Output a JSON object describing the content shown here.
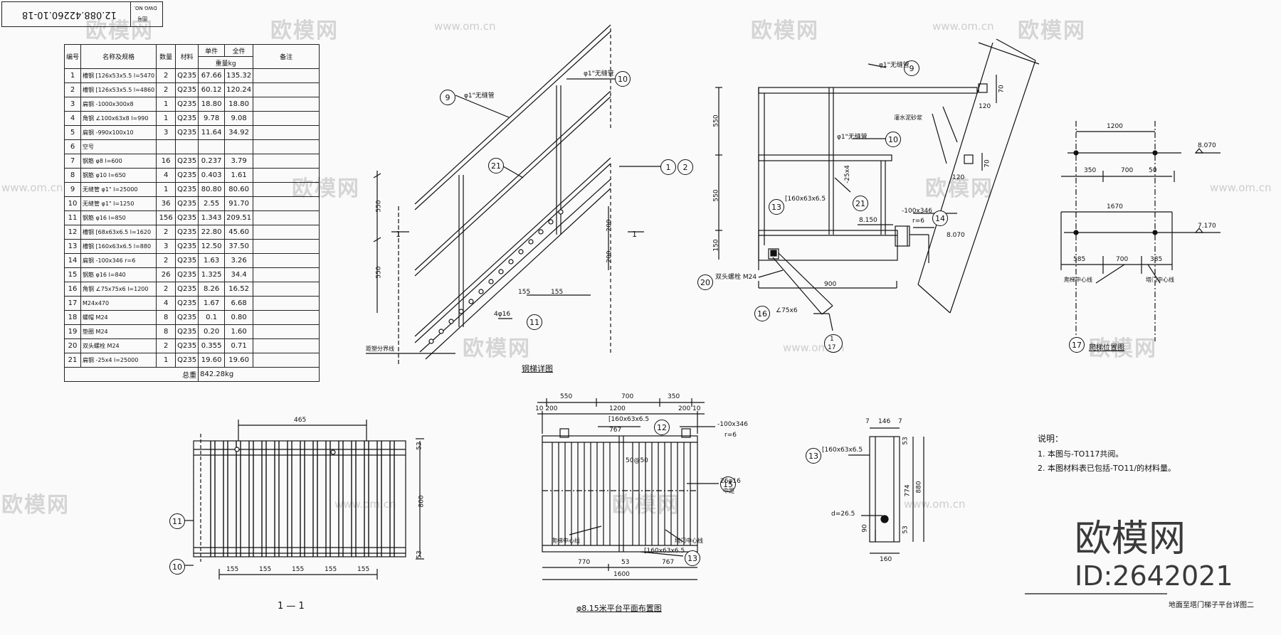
{
  "dwg_no": {
    "label": "DWG NO.",
    "label2": "图号",
    "value": "12.088.42260.10-18"
  },
  "table": {
    "headers": [
      "编号",
      "名称及规格",
      "数量",
      "材料",
      "单件",
      "全件",
      "备注"
    ],
    "weight_header": "重量kg",
    "rows": [
      [
        "1",
        "槽钢 [126x53x5.5 l=5470",
        "2",
        "Q235",
        "67.66",
        "135.32"
      ],
      [
        "2",
        "槽钢 [126x53x5.5 l=4860",
        "2",
        "Q235",
        "60.12",
        "120.24"
      ],
      [
        "3",
        "扁钢 -1000x300x8",
        "1",
        "Q235",
        "18.80",
        "18.80"
      ],
      [
        "4",
        "角钢 ∠100x63x8 l=990",
        "1",
        "Q235",
        "9.78",
        "9.08"
      ],
      [
        "5",
        "扁钢 -990x100x10",
        "3",
        "Q235",
        "11.64",
        "34.92"
      ],
      [
        "6",
        "空号",
        "",
        "",
        "",
        ""
      ],
      [
        "7",
        "钢筋 φ8 l=600",
        "16",
        "Q235",
        "0.237",
        "3.79"
      ],
      [
        "8",
        "钢筋 φ10 l=650",
        "4",
        "Q235",
        "0.403",
        "1.61"
      ],
      [
        "9",
        "无缝管 φ1\" l=25000",
        "1",
        "Q235",
        "80.80",
        "80.60"
      ],
      [
        "10",
        "无缝管 φ1\" l=1250",
        "36",
        "Q235",
        "2.55",
        "91.70"
      ],
      [
        "11",
        "钢筋 φ16 l=850",
        "156",
        "Q235",
        "1.343",
        "209.51"
      ],
      [
        "12",
        "槽钢 [68x63x6.5 l=1620",
        "2",
        "Q235",
        "22.80",
        "45.60"
      ],
      [
        "13",
        "槽钢 [160x63x6.5 l=880",
        "3",
        "Q235",
        "12.50",
        "37.50"
      ],
      [
        "14",
        "扁钢 -100x346 r=6",
        "2",
        "Q235",
        "1.63",
        "3.26"
      ],
      [
        "15",
        "钢筋 φ16 l=840",
        "26",
        "Q235",
        "1.325",
        "34.4"
      ],
      [
        "16",
        "角钢 ∠75x75x6 l=1200",
        "2",
        "Q235",
        "8.26",
        "16.52"
      ],
      [
        "17",
        "M24x470",
        "4",
        "Q235",
        "1.67",
        "6.68"
      ],
      [
        "18",
        "螺帽 M24",
        "8",
        "Q235",
        "0.1",
        "0.80"
      ],
      [
        "19",
        "垫圈 M24",
        "8",
        "Q235",
        "0.20",
        "1.60"
      ],
      [
        "20",
        "双头螺栓 M24",
        "2",
        "Q235",
        "0.355",
        "0.71"
      ],
      [
        "21",
        "扁钢 -25x4 l=25000",
        "1",
        "Q235",
        "19.60",
        "19.60"
      ]
    ],
    "total_label": "总重",
    "total_value": "842.28kg"
  },
  "watermark": {
    "text": "欧模网",
    "url": "www.om.cn",
    "id": "ID:2642021"
  },
  "stair": {
    "title": "钢梯详图",
    "d550a": "550",
    "d550b": "550",
    "d200a": "200",
    "d200b": "200",
    "d155a": "155",
    "d155b": "155",
    "pipe": "φ1\"无缝管",
    "pipe2": "φ1\"无缝管",
    "rod": "4φ16",
    "base": "距塑分界线",
    "sec": "1"
  },
  "elev": {
    "d550a": "550",
    "d550b": "550",
    "d150": "150",
    "d70a": "70",
    "d120a": "120",
    "d70b": "70",
    "d120b": "120",
    "d900": "900",
    "pipe": "φ1\"无缝管",
    "pipe2": "φ1\"无缝管",
    "ch13": "[160x63x6.5",
    "flat14": "-100x346",
    "r6": "r=6",
    "el8150": "8.150",
    "el8070": "8.070",
    "bolt": "双头螺栓 M24",
    "ang16": "∠75x6",
    "fill": "灌水泥砂浆",
    "flat21": "-25x4",
    "sec": "1",
    "sec2": "17"
  },
  "loc": {
    "title": "爬梯位置图",
    "d1200": "1200",
    "d350": "350",
    "d700": "700",
    "d50": "50",
    "el1": "8.070",
    "d1670": "1670",
    "el2": "7.170",
    "d585": "585",
    "d700b": "700",
    "d385": "385",
    "axis1": "爬梯中心线",
    "axis2": "塔门中心线"
  },
  "sec11": {
    "title": "1 — 1",
    "d465": "465",
    "d800": "800",
    "d53a": "53",
    "d53b": "53",
    "dims": [
      "155",
      "155",
      "155",
      "155",
      "155"
    ]
  },
  "plan": {
    "title": "φ8.15米平台平面布置图",
    "top": [
      "550",
      "700",
      "350"
    ],
    "d200a": "10 200",
    "d1200": "1200",
    "d200b": "200 10",
    "ch12": "[160x63x6.5",
    "d767a": "767",
    "flat": "-100x346",
    "r6": "r=6",
    "bar": "26φ16",
    "bar2": "中距",
    "mid": "50@50",
    "axis1": "爬梯中心线",
    "axis2": "塔门中心线",
    "ch13": "[160x63x6.5",
    "d770": "770",
    "d53": "53",
    "d767b": "767",
    "d1600": "1600"
  },
  "sec13": {
    "ch": "[160x63x6.5",
    "d7a": "7",
    "d146": "146",
    "d7b": "7",
    "d53a": "53",
    "d774": "774",
    "d880": "880",
    "d53b": "53",
    "d90": "90",
    "d160": "160",
    "hole": "d=26.5"
  },
  "notes": {
    "title": "说明：",
    "n1": "1. 本图与-TO117共阅。",
    "n2": "2. 本图材料表已包括-TO11/的材料量。",
    "sheet": "地面至塔门梯子平台详图二"
  }
}
